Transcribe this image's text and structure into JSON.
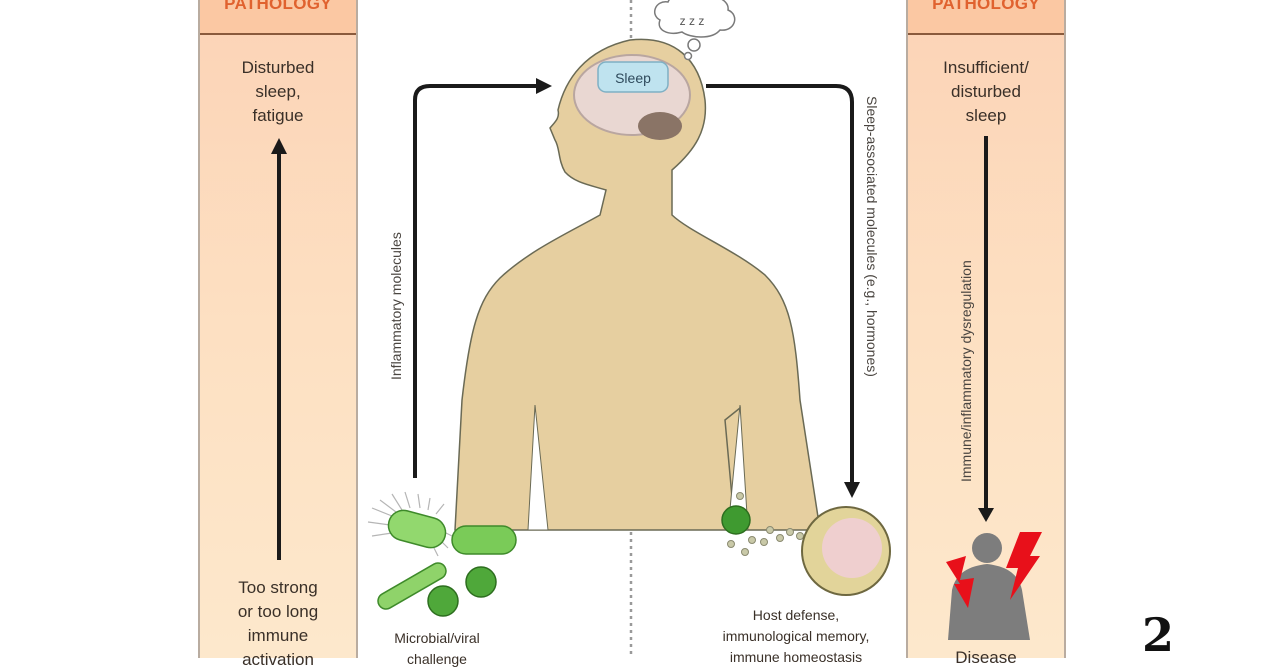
{
  "figure": {
    "figure_number": "2",
    "left_panel": {
      "title": "PATHOLOGY",
      "top_text": [
        "Disturbed",
        "sleep,",
        "fatigue"
      ],
      "bottom_text": [
        "Too strong",
        "or too long",
        "immune",
        "activation"
      ],
      "arrow_direction": "up"
    },
    "right_panel": {
      "title": "PATHOLOGY",
      "top_text": [
        "Insufficient/",
        "disturbed",
        "sleep"
      ],
      "arrow_label": "Immune/inflammatory dysregulation",
      "bottom_text": [
        "Disease"
      ],
      "arrow_direction": "down"
    },
    "center": {
      "brain_label": "Sleep",
      "thought_bubble": "z z z",
      "left_arrow_label": "Inflammatory molecules",
      "right_arrow_label": "Sleep-associated molecules (e.g., hormones)",
      "left_caption": [
        "Microbial/viral",
        "challenge"
      ],
      "right_caption": [
        "Host defense,",
        "immunological memory,",
        "immune homeostasis"
      ]
    },
    "colors": {
      "pathology_title": "#e0622f",
      "panel_header": "#fbc8a3",
      "panel_fill": "#fde0c2",
      "body_fill": "#e6cfa0",
      "sleep_box": "#bfe3ef",
      "microbe_green": "#6cc24a",
      "lightning_red": "#e8101a",
      "silhouette_gray": "#7d7d7d"
    }
  }
}
